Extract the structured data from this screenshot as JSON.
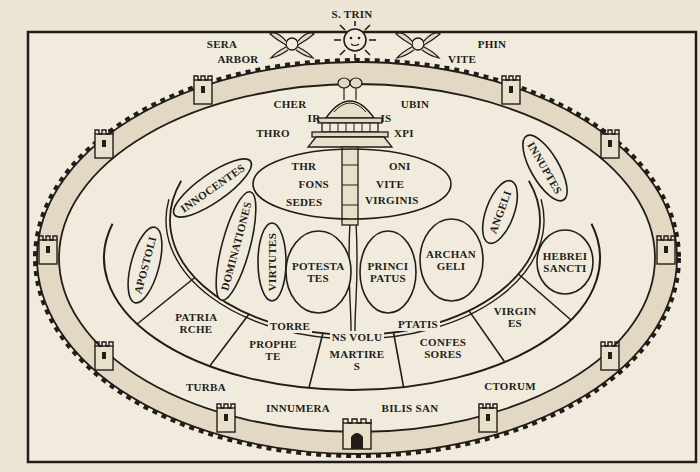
{
  "diagram": {
    "nodes": [
      {
        "text": [
          "THR",
          "ONI",
          "FONS",
          "VITE",
          "SEDES",
          "VIRGINIS"
        ]
      },
      {
        "text": [
          "INNOCENTES"
        ]
      },
      {
        "text": [
          "DOMINATIONES"
        ]
      },
      {
        "text": [
          "VIRTUTES"
        ]
      },
      {
        "text": [
          "POTESTA TES"
        ]
      },
      {
        "text": [
          "PRINCI PATUS"
        ]
      },
      {
        "text": [
          "ARCHAN GELI"
        ]
      },
      {
        "text": [
          "ANGELI"
        ]
      },
      {
        "text": [
          "INNUPTES"
        ]
      },
      {
        "text": [
          "APOSTOLI"
        ]
      },
      {
        "text": [
          "HEBREI SANCTI"
        ]
      },
      {
        "text": [
          "PATRIA RCHE"
        ]
      },
      {
        "text": [
          "PROPHE TE"
        ]
      },
      {
        "text": [
          "MARTIRE S"
        ]
      },
      {
        "text": [
          "CONFES SORES"
        ]
      },
      {
        "text": [
          "VIRGIN ES"
        ]
      }
    ],
    "labels": [
      "SERA",
      "S. TRIN",
      "PHIN",
      "ARBOR",
      "VITE",
      "CHER",
      "IR",
      "IS",
      "UBIN",
      "THRO",
      "XPI",
      "TORRE",
      "NS VOLU",
      "PTATIS",
      "TURBA",
      "INNUMERA",
      "BILIS SAN",
      "CTORUM"
    ]
  }
}
